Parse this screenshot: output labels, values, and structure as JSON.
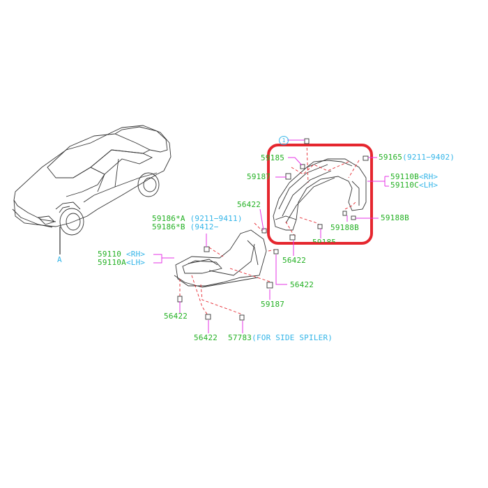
{
  "diagram": {
    "type": "exploded parts diagram",
    "highlight_color": "#e5262e",
    "leader_color": "#e533e5",
    "dash_color": "#e5262e",
    "part_number_color": "#22b022",
    "note_color": "#33b5e8",
    "view_marker": {
      "label": "A"
    },
    "reference_marker": {
      "label": "1"
    },
    "callouts": [
      {
        "id": "c1",
        "part": "59185",
        "note": ""
      },
      {
        "id": "c2",
        "part": "59187",
        "note": ""
      },
      {
        "id": "c3",
        "part": "59165",
        "note": "(9211−9402)"
      },
      {
        "id": "c4",
        "part": "59110B",
        "note": "<RH>"
      },
      {
        "id": "c5",
        "part": "59110C",
        "note": "<LH>"
      },
      {
        "id": "c6",
        "part": "59188B",
        "note": ""
      },
      {
        "id": "c7",
        "part": "59188B",
        "note": ""
      },
      {
        "id": "c8",
        "part": "59185",
        "note": ""
      },
      {
        "id": "c9",
        "part": "56422",
        "note": ""
      },
      {
        "id": "c10",
        "part": "56422",
        "note": ""
      },
      {
        "id": "c11",
        "part": "59186*A",
        "note": "(9211−9411)"
      },
      {
        "id": "c12",
        "part": "59186*B",
        "note": "(9412−"
      },
      {
        "id": "c13",
        "part": "59110",
        "note": "<RH>"
      },
      {
        "id": "c14",
        "part": "59110A",
        "note": "<LH>"
      },
      {
        "id": "c15",
        "part": "56422",
        "note": ""
      },
      {
        "id": "c16",
        "part": "59187",
        "note": ""
      },
      {
        "id": "c17",
        "part": "56422",
        "note": ""
      },
      {
        "id": "c18",
        "part": "56422",
        "note": ""
      },
      {
        "id": "c19",
        "part": "57783",
        "note": "(FOR SIDE SPILER)"
      }
    ]
  }
}
